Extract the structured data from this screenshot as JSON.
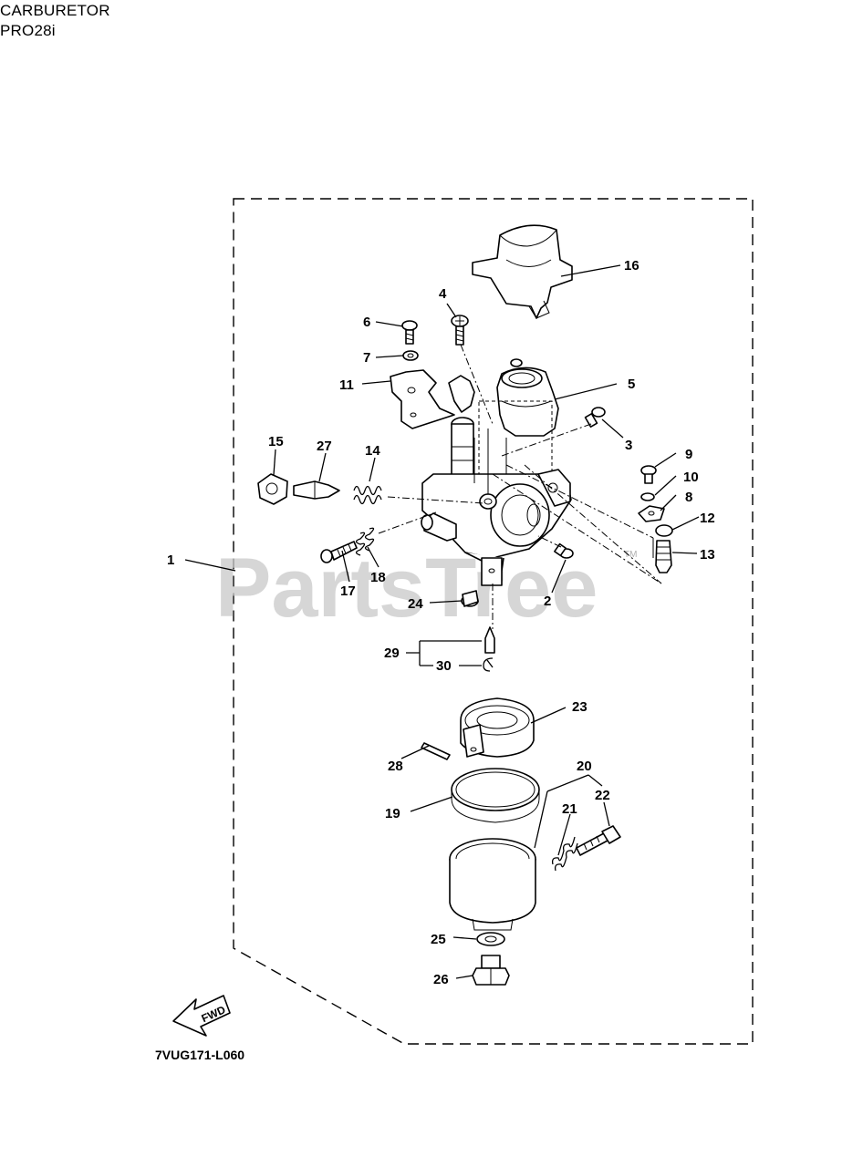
{
  "header": {
    "title": "CARBURETOR",
    "model": "PRO28i"
  },
  "diagram": {
    "code": "7VUG171-L060",
    "watermark": "PartsTree",
    "watermark_tm": "TM",
    "fwd_label": "FWD",
    "callouts": [
      "1",
      "2",
      "3",
      "4",
      "5",
      "6",
      "7",
      "8",
      "9",
      "10",
      "11",
      "12",
      "13",
      "14",
      "15",
      "16",
      "17",
      "18",
      "19",
      "20",
      "21",
      "22",
      "23",
      "24",
      "25",
      "26",
      "27",
      "28",
      "29",
      "30"
    ]
  }
}
